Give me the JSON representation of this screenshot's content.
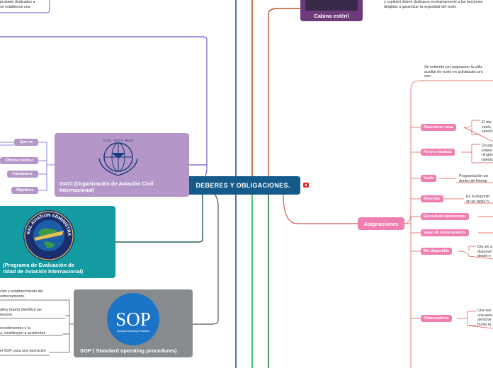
{
  "central": {
    "title": "DEBERES Y OBLIGACIONES."
  },
  "colors": {
    "central": "#155a8a",
    "oaci": "#b497c8",
    "faa": "#149aa1",
    "sop": "#878b8e",
    "asignaciones": "#ef7fb0",
    "cabina": "#6e3b7a",
    "marker": "#e8262f"
  },
  "top_left_text": "probado dedicados a\nse establezca una",
  "cabina": {
    "label": "Cabina estéril",
    "text": "y copiloto) deben dedicarse exclusivamente a las funciones\ndirigidas a garantizar la seguridad del vuelo"
  },
  "oaci": {
    "caption": "OACI (Organización de Aviación Civil Internacional)",
    "logo_text": "ICAO · OACI · ИКАО",
    "children": [
      "Que es",
      "Oficina central",
      "Fundacion.",
      "Objetivos"
    ]
  },
  "faa": {
    "caption": "(Programa de Evaluación de\nridad de Aviación Internacional)",
    "logo_text": "FEDERAL AVIATION ADMINISTRATION"
  },
  "sop": {
    "caption": "SOP ( Standard operating procedures)",
    "logo_main": "SOP",
    "logo_sub": "Standard Operating Procedure",
    "children_text": [
      "ción y establecimiento del\nentrenamiento.",
      "afety board) identificó las\neración.",
      "rocedimientos o la\ns, contribuyen a accidentes",
      "el SOP, para una operación"
    ]
  },
  "asignaciones": {
    "label": "Asignaciones",
    "intro": "Se entiende por asignacion la utiliz\nauxiliar de vuelo en actividades pro\nson:",
    "items": [
      {
        "label": "Reserva en casa",
        "text": "El trip\nvuelo,\nsanció"
      },
      {
        "label": "Ferry o traslado",
        "text": "Ocupa\nempre\nningún\noperac"
      },
      {
        "label": "Vuelo",
        "text": "Programación cor\ndentro de itinerar"
      },
      {
        "label": "Reservas",
        "text": "Es la disponib\nen un lapso h"
      },
      {
        "label": "Escuela de operaciones",
        "text": ""
      },
      {
        "label": "Vuelo de entrenamiento",
        "text": ""
      },
      {
        "label": "Día disponible",
        "text": "Día sin a\ndisponel\ndesde e"
      },
      {
        "label": "Observadores",
        "text": "Una vez\nuna aero\naerocivil\nbordo la"
      }
    ]
  }
}
